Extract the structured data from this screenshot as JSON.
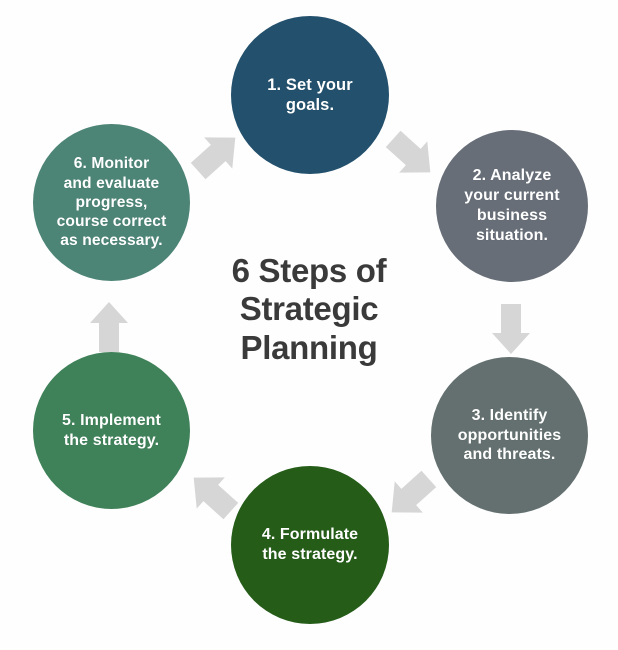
{
  "diagram": {
    "title": "6 Steps of\nStrategic\nPlanning",
    "background_color": "#fefefe",
    "title_color": "#3a3a3a",
    "arrow_color": "#d6d6d6",
    "steps": [
      {
        "number": "1",
        "text": "1. Set your\ngoals.",
        "color": "#23506c"
      },
      {
        "number": "2",
        "text": "2. Analyze\nyour current\nbusiness\nsituation.",
        "color": "#676e78"
      },
      {
        "number": "3",
        "text": "3. Identify\nopportunities\nand threats.",
        "color": "#63706f"
      },
      {
        "number": "4",
        "text": "4. Formulate\nthe strategy.",
        "color": "#245c18"
      },
      {
        "number": "5",
        "text": "5. Implement\nthe strategy.",
        "color": "#3f8159"
      },
      {
        "number": "6",
        "text": "6. Monitor\nand evaluate\nprogress,\ncourse correct\nas necessary.",
        "color": "#4c8476"
      }
    ],
    "arrows": [
      {
        "name": "arrow-step6-to-step1",
        "direction": "up-right"
      },
      {
        "name": "arrow-step1-to-step2",
        "direction": "down-right"
      },
      {
        "name": "arrow-step2-to-step3",
        "direction": "down"
      },
      {
        "name": "arrow-step3-to-step4",
        "direction": "down-left"
      },
      {
        "name": "arrow-step4-to-step5",
        "direction": "up-left"
      },
      {
        "name": "arrow-step5-to-step6",
        "direction": "up"
      }
    ]
  }
}
